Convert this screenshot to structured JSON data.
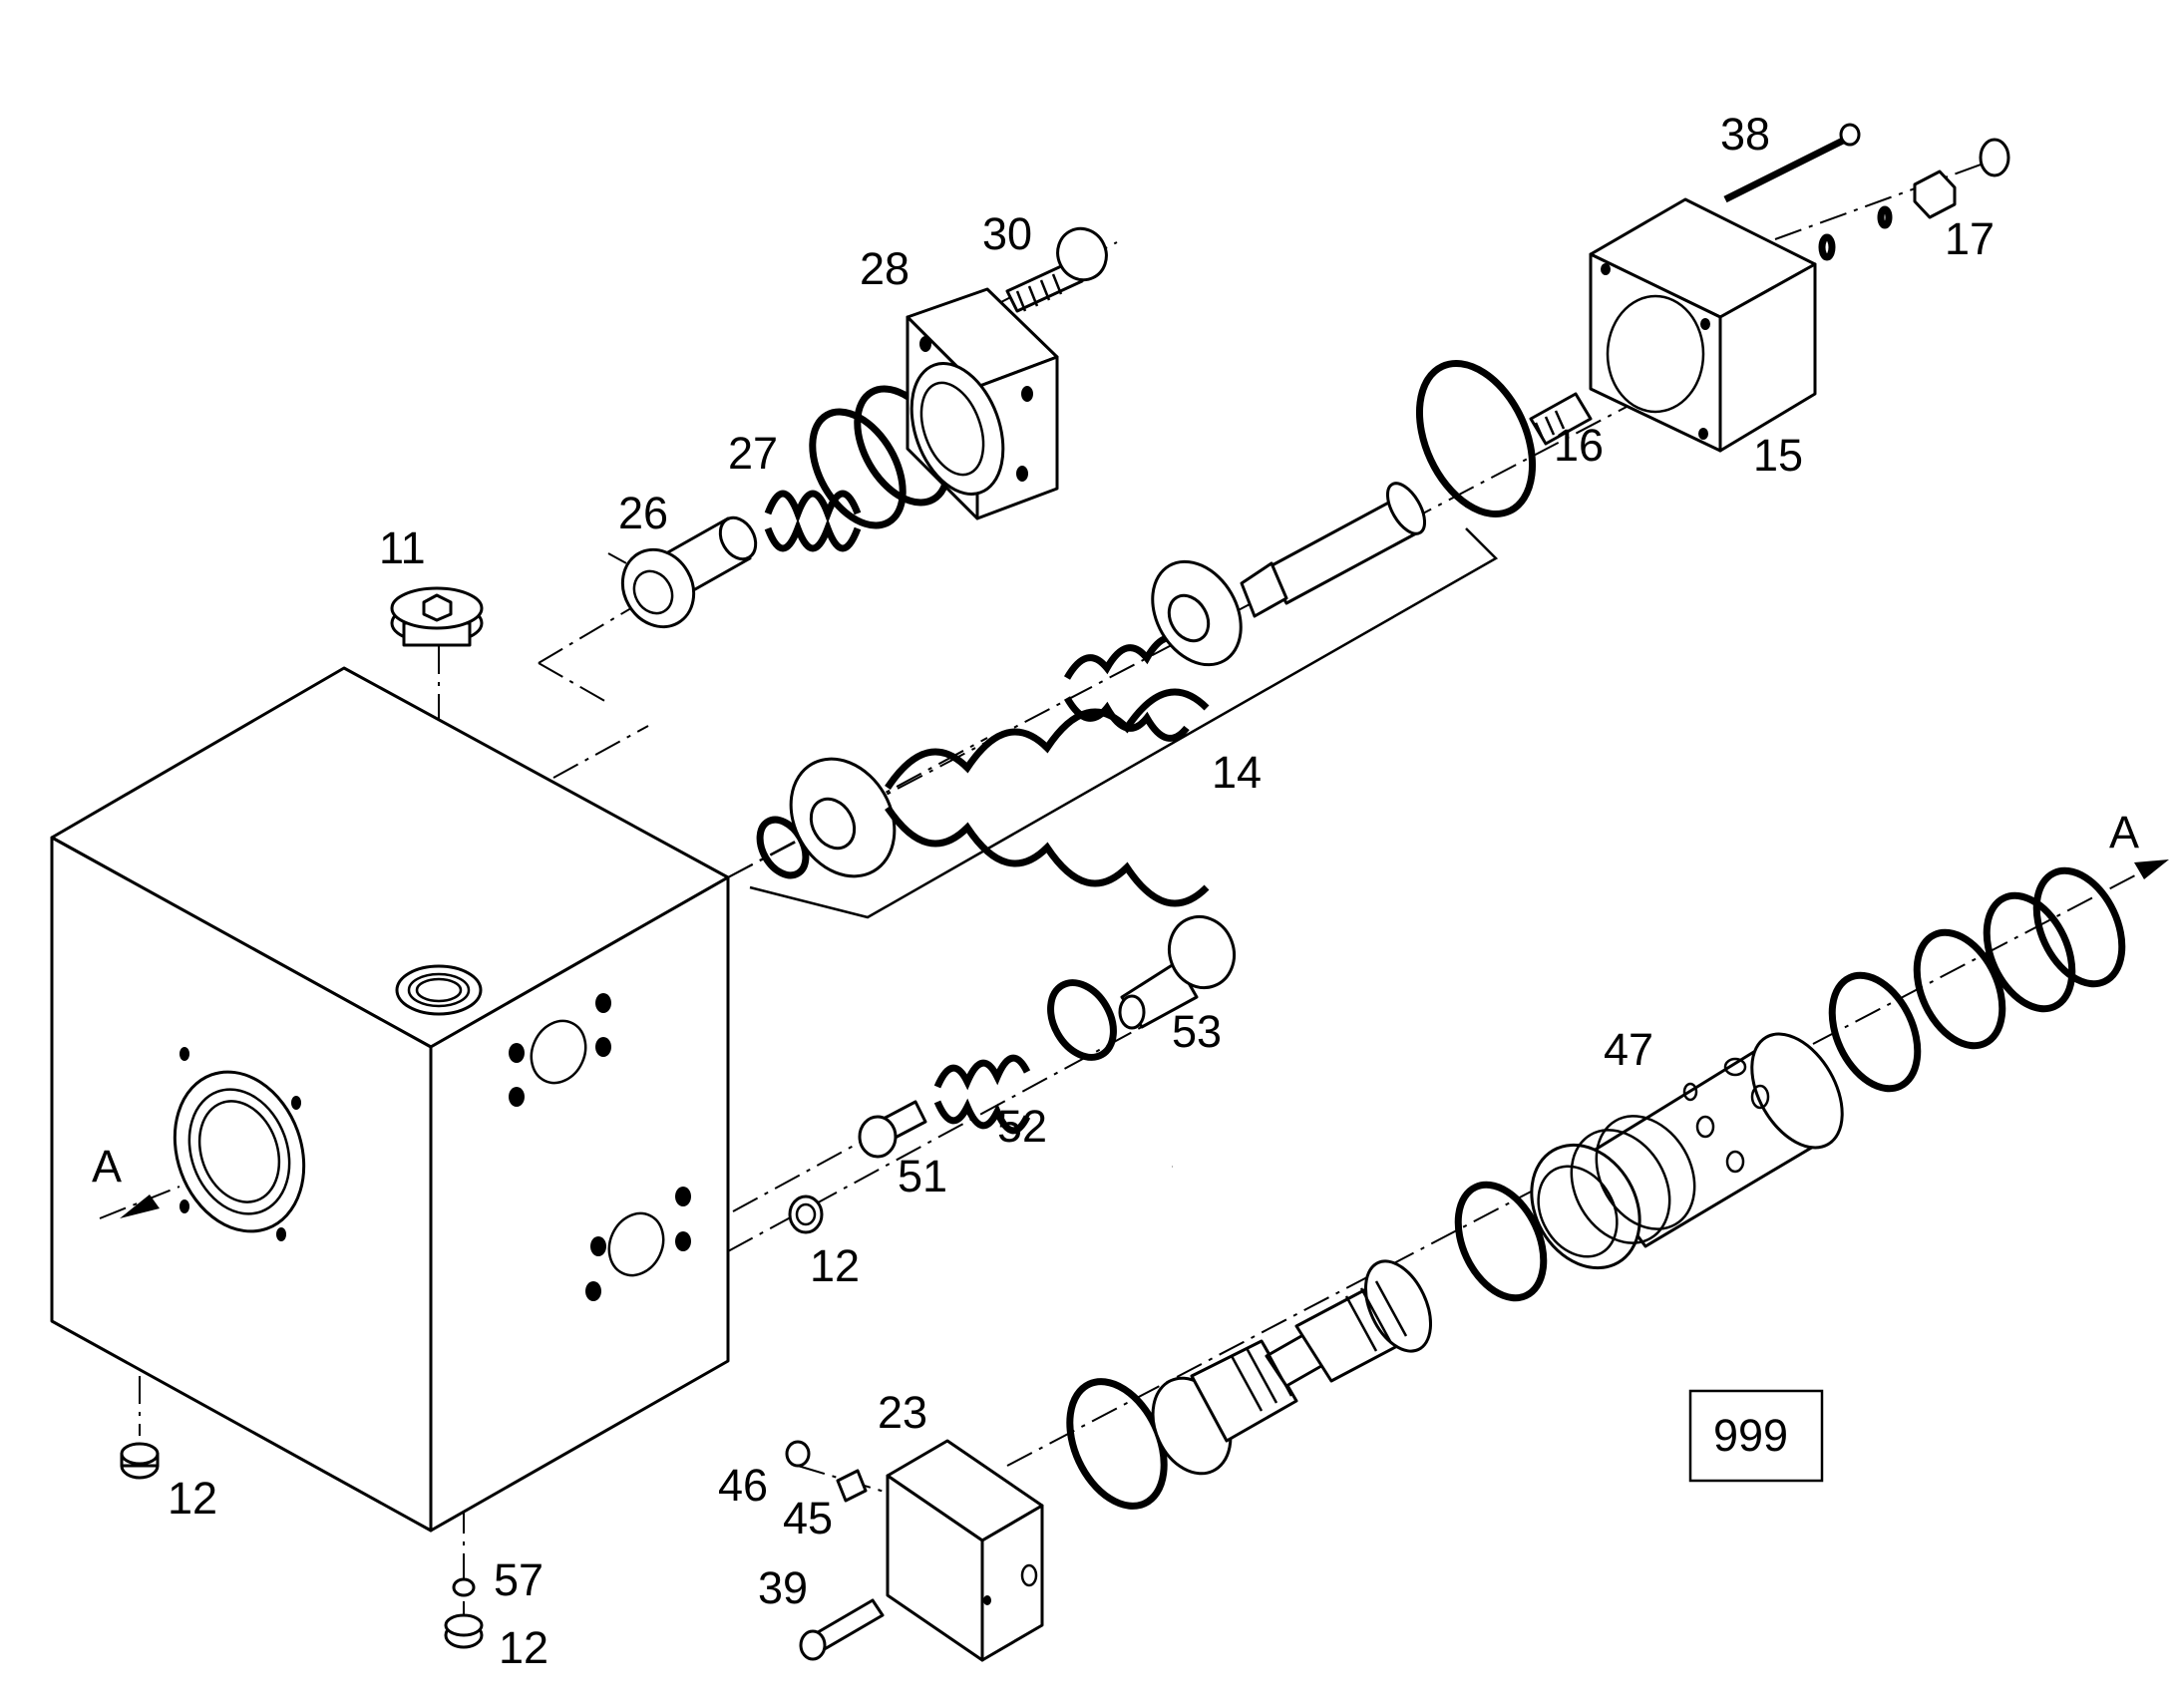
{
  "callouts": {
    "c11": "11",
    "c26": "26",
    "c27": "27",
    "c28": "28",
    "c30": "30",
    "c38": "38",
    "c17": "17",
    "c16": "16",
    "c15": "15",
    "c14": "14",
    "c53": "53",
    "c52": "52",
    "c51": "51",
    "c47": "47",
    "c12a": "12",
    "c12b": "12",
    "c12c": "12",
    "c57": "57",
    "c23": "23",
    "c46": "46",
    "c45": "45",
    "c39": "39",
    "arrowA_left": "A",
    "arrowA_right": "A"
  },
  "box_label": "999"
}
